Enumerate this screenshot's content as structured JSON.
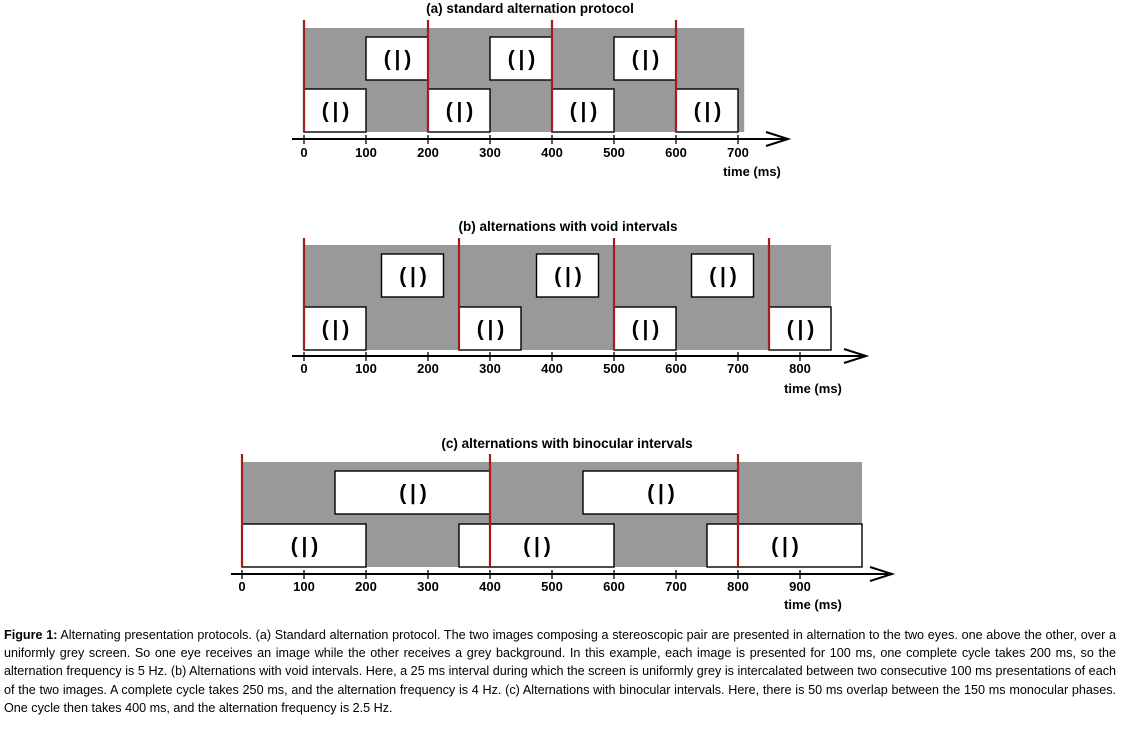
{
  "panels": [
    {
      "id": "a",
      "title": "(a) standard alternation protocol",
      "ticks": [
        "0",
        "100",
        "200",
        "300",
        "400",
        "500",
        "600",
        "700"
      ],
      "time_label": "time (ms)",
      "top_eye": [
        [
          100,
          200
        ],
        [
          300,
          400
        ],
        [
          500,
          600
        ]
      ],
      "bottom_eye": [
        [
          0,
          100
        ],
        [
          200,
          300
        ],
        [
          400,
          500
        ],
        [
          600,
          700
        ]
      ],
      "onsets": [
        0,
        200,
        400,
        600
      ],
      "grey_range": [
        0,
        710
      ],
      "stimulus": "( | )"
    },
    {
      "id": "b",
      "title": "(b) alternations with void intervals",
      "ticks": [
        "0",
        "100",
        "200",
        "300",
        "400",
        "500",
        "600",
        "700",
        "800"
      ],
      "time_label": "time (ms)",
      "top_eye": [
        [
          125,
          225
        ],
        [
          375,
          475
        ],
        [
          625,
          725
        ]
      ],
      "bottom_eye": [
        [
          0,
          100
        ],
        [
          250,
          350
        ],
        [
          500,
          600
        ],
        [
          750,
          850
        ]
      ],
      "onsets": [
        0,
        250,
        500,
        750
      ],
      "grey_range": [
        0,
        850
      ],
      "stimulus": "( | )"
    },
    {
      "id": "c",
      "title": "(c) alternations with binocular intervals",
      "ticks": [
        "0",
        "100",
        "200",
        "300",
        "400",
        "500",
        "600",
        "700",
        "800",
        "900"
      ],
      "time_label": "time (ms)",
      "top_eye": [
        [
          150,
          400
        ],
        [
          550,
          800
        ]
      ],
      "bottom_eye": [
        [
          0,
          200
        ],
        [
          350,
          600
        ],
        [
          750,
          1000
        ]
      ],
      "onsets": [
        0,
        400,
        800
      ],
      "grey_range": [
        0,
        1000
      ],
      "stimulus": "( | )"
    }
  ],
  "colors": {
    "grey_background": "#999999",
    "onset_marker": "#a31d1d",
    "image_box": "#ffffff",
    "axis": "#000000"
  },
  "caption": {
    "label": "Figure 1:",
    "text": "Alternating presentation protocols. (a) Standard alternation protocol. The two images composing a stereoscopic pair are presented in alternation to the two eyes. one above the other, over a uniformly grey screen. So one eye receives an image while the other receives a grey background. In this example, each image is presented for 100 ms, one complete cycle takes 200 ms, so the alternation frequency is 5 Hz. (b) Alternations with void intervals. Here, a 25 ms interval during which the screen is uniformly grey is intercalated between two consecutive 100 ms presentations of each of the two images. A complete cycle takes 250 ms, and the alternation frequency is 4 Hz. (c) Alternations with binocular intervals. Here, there is 50 ms overlap between the 150 ms monocular phases. One cycle then takes 400 ms, and the alternation frequency is 2.5 Hz."
  }
}
